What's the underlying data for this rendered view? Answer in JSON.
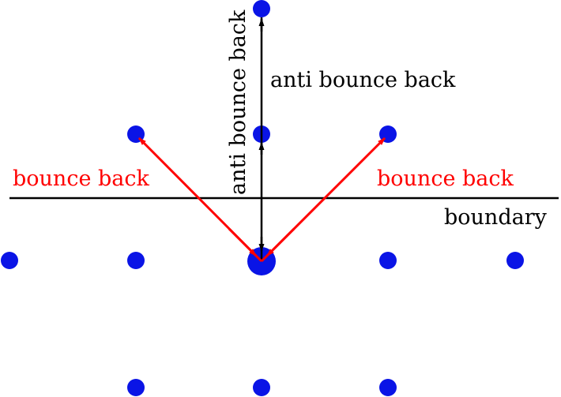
{
  "labels": {
    "bounce_back_left": "bounce back",
    "bounce_back_right": "bounce back",
    "anti_bounce_back_horizontal": "anti bounce back",
    "anti_bounce_back_vertical": "anti bounce back",
    "boundary": "boundary"
  },
  "colors": {
    "node": "#0a14e6",
    "bounce_arrow": "#ff0000",
    "anti_arrow": "#000000",
    "boundary_line": "#000000",
    "bounce_text": "#ff0000",
    "text": "#000000"
  }
}
